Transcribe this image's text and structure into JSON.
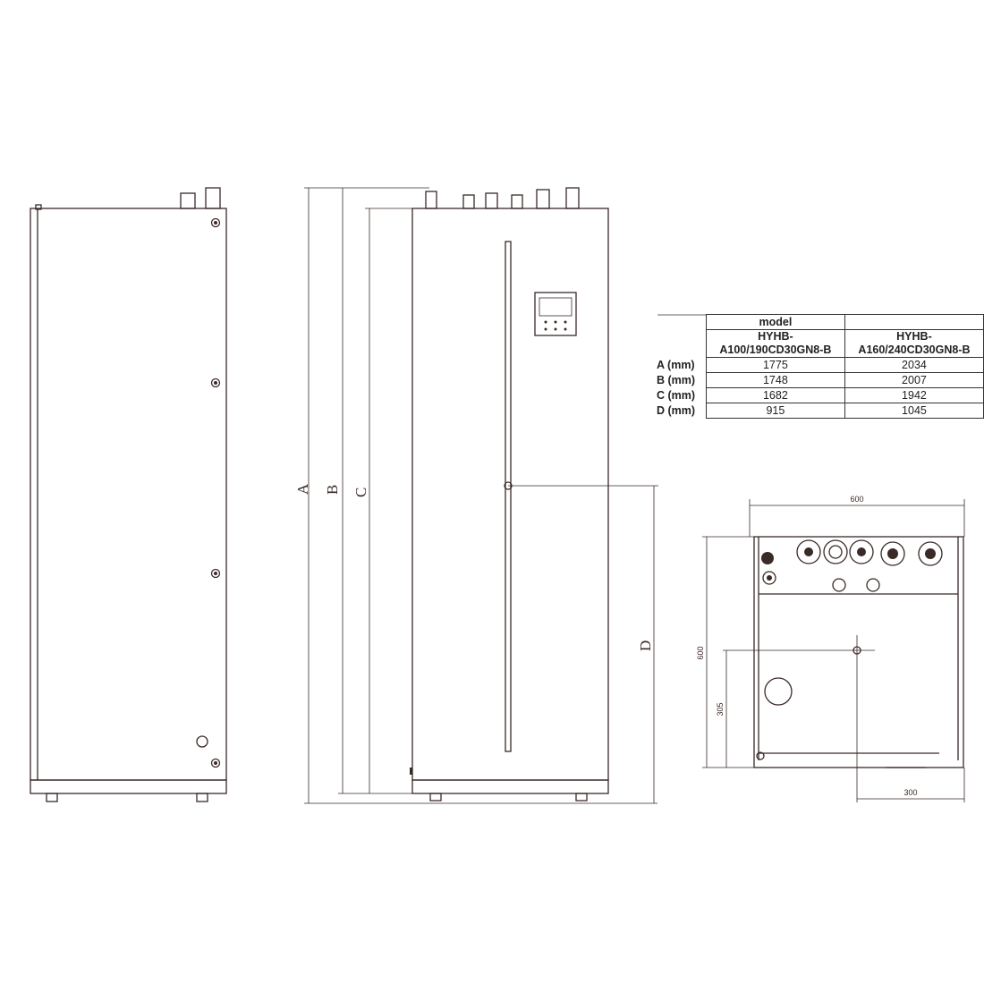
{
  "dimensions": {
    "a": "A",
    "b": "B",
    "c": "C",
    "d": "D",
    "width": "600",
    "depth": "600",
    "center_y": "305",
    "center_x": "300"
  },
  "table": {
    "header": "model",
    "models": [
      "HYHB-\nA100/190CD30GN8-B",
      "HYHB-\nA160/240CD30GN8-B"
    ],
    "model_lines": [
      [
        "HYHB-",
        "A100/190CD30GN8-B"
      ],
      [
        "HYHB-",
        "A160/240CD30GN8-B"
      ]
    ],
    "rows": [
      {
        "label": "A (mm)",
        "values": [
          "1775",
          "2034"
        ]
      },
      {
        "label": "B (mm)",
        "values": [
          "1748",
          "2007"
        ]
      },
      {
        "label": "C (mm)",
        "values": [
          "1682",
          "1942"
        ]
      },
      {
        "label": "D (mm)",
        "values": [
          "915",
          "1045"
        ]
      }
    ]
  }
}
